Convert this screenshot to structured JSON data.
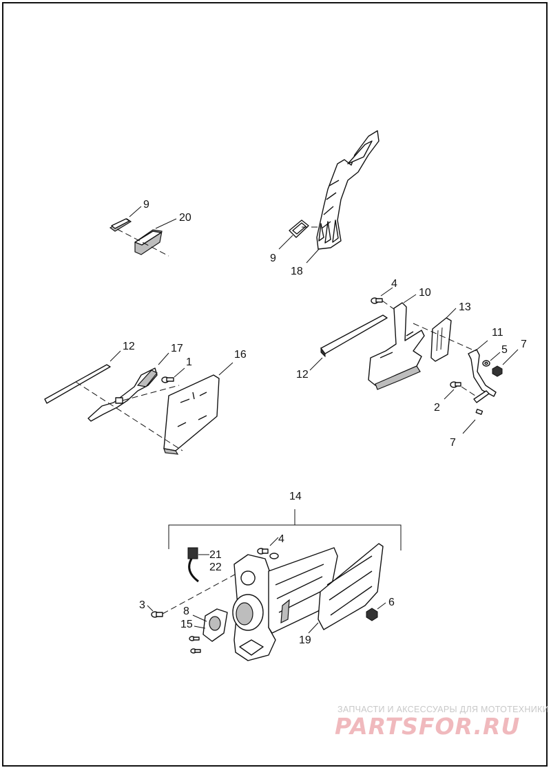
{
  "callouts": [
    {
      "id": "9a",
      "text": "9"
    },
    {
      "id": "20",
      "text": "20"
    },
    {
      "id": "9b",
      "text": "9"
    },
    {
      "id": "18",
      "text": "18"
    },
    {
      "id": "4a",
      "text": "4"
    },
    {
      "id": "10",
      "text": "10"
    },
    {
      "id": "13",
      "text": "13"
    },
    {
      "id": "11",
      "text": "11"
    },
    {
      "id": "5",
      "text": "5"
    },
    {
      "id": "7a",
      "text": "7"
    },
    {
      "id": "12a",
      "text": "12"
    },
    {
      "id": "2",
      "text": "2"
    },
    {
      "id": "7b",
      "text": "7"
    },
    {
      "id": "12b",
      "text": "12"
    },
    {
      "id": "17",
      "text": "17"
    },
    {
      "id": "1",
      "text": "1"
    },
    {
      "id": "16",
      "text": "16"
    },
    {
      "id": "14",
      "text": "14"
    },
    {
      "id": "4b",
      "text": "4"
    },
    {
      "id": "21",
      "text": "21"
    },
    {
      "id": "22",
      "text": "22"
    },
    {
      "id": "3",
      "text": "3"
    },
    {
      "id": "8",
      "text": "8"
    },
    {
      "id": "15",
      "text": "15"
    },
    {
      "id": "6",
      "text": "6"
    },
    {
      "id": "19",
      "text": "19"
    }
  ],
  "watermark": {
    "tagline": "ЗАПЧАСТИ И АКСЕССУАРЫ ДЛЯ МОТОТЕХНИКИ",
    "logo": "PARTSFOR.RU"
  }
}
